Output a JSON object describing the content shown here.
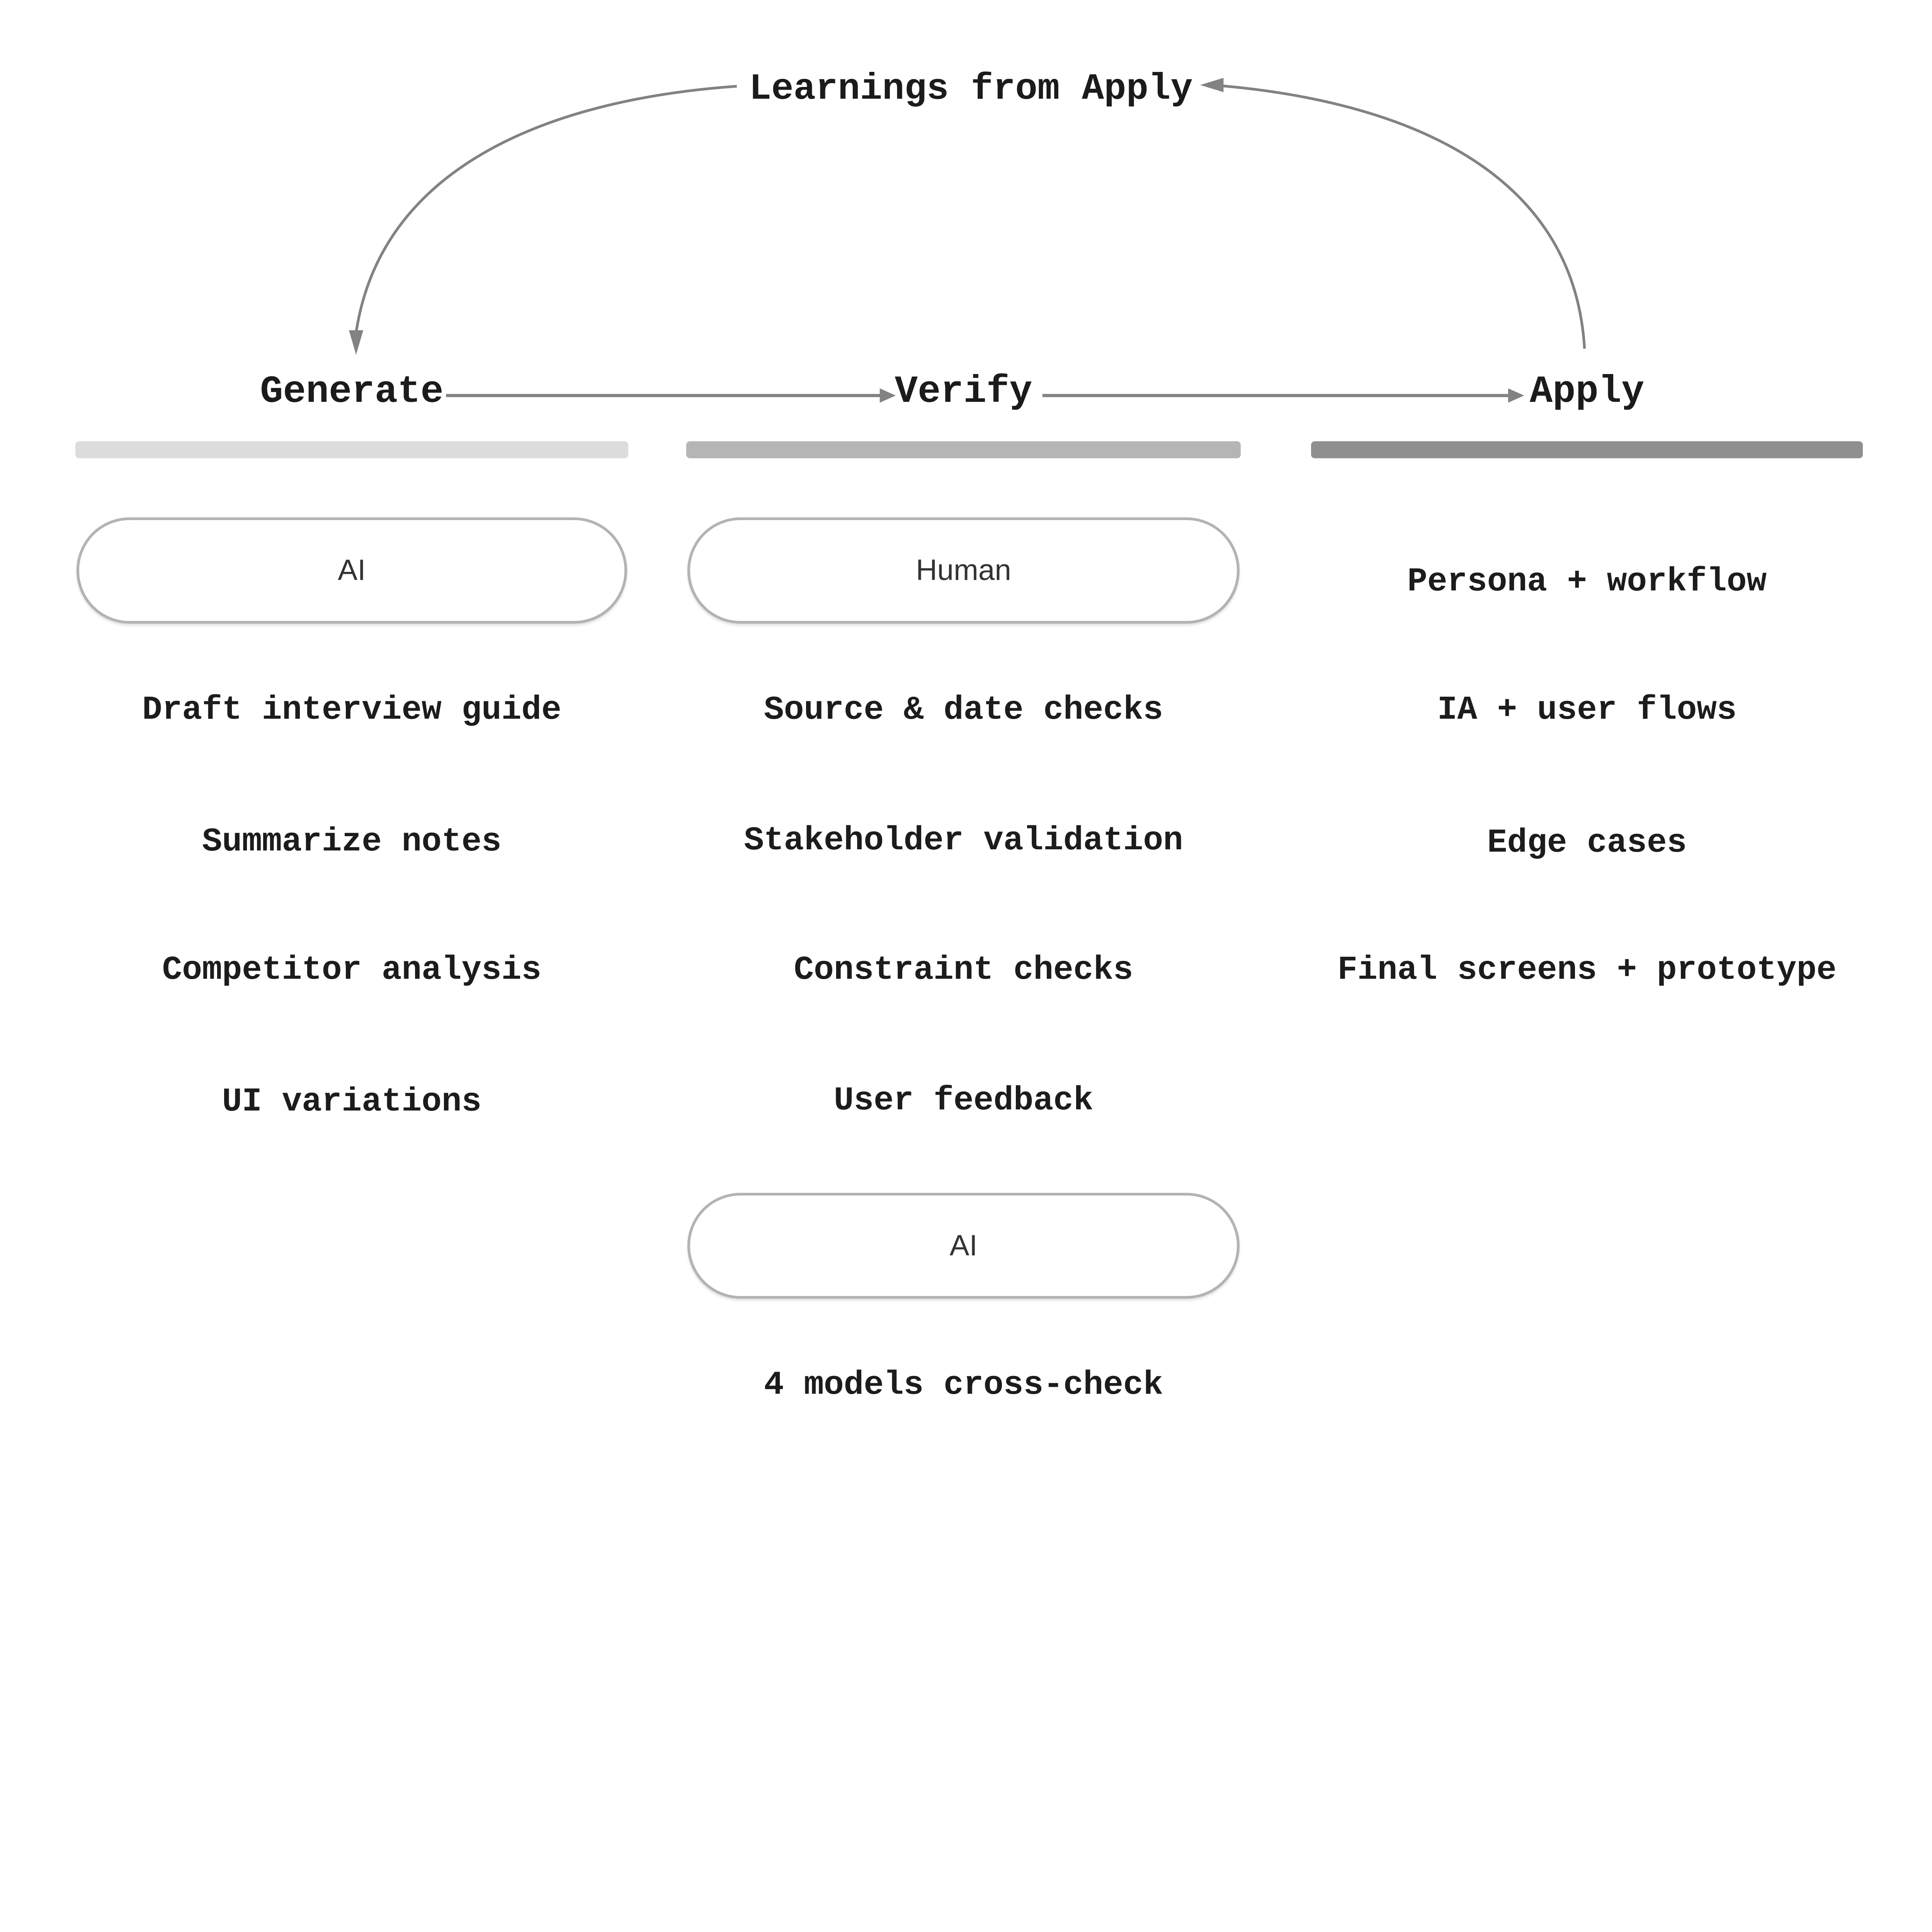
{
  "title": "Learnings from Apply",
  "columns": [
    {
      "header": "Generate",
      "bar_color": "#dcdcdc",
      "badge": "AI",
      "items": [
        "Draft interview guide",
        "Summarize notes",
        "Competitor analysis",
        "UI variations"
      ]
    },
    {
      "header": "Verify",
      "bar_color": "#b5b5b5",
      "badge": "Human",
      "items": [
        "Source & date checks",
        "Stakeholder validation",
        "Constraint checks",
        "User feedback"
      ],
      "bottom_badge": "AI",
      "bottom_note": "4 models cross-check"
    },
    {
      "header": "Apply",
      "bar_color": "#8f8f8f",
      "lead_text": "Persona + workflow",
      "items": [
        "IA + user flows",
        "Edge cases",
        "Final screens + prototype"
      ]
    }
  ],
  "colors": {
    "text": "#1b1b1b",
    "arrow": "#828282",
    "bar_generate": "#dcdcdc",
    "bar_verify": "#b5b5b5",
    "bar_apply": "#8f8f8f",
    "pill_border": "#b3b3b3",
    "pill_text": "#333333"
  }
}
